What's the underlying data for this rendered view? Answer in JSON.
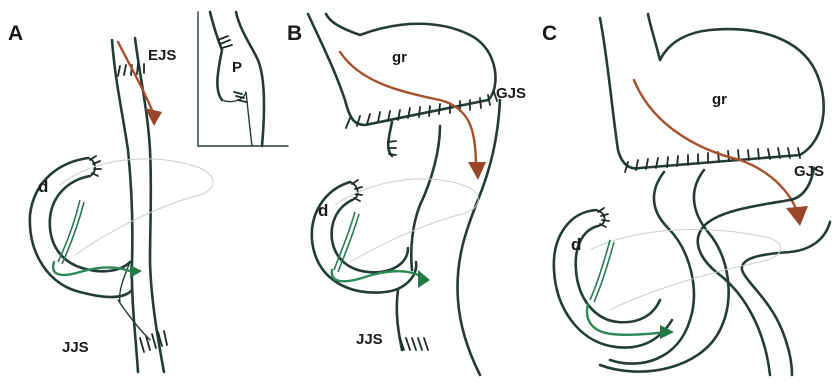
{
  "panels": [
    {
      "letter": "A",
      "labels": {
        "esophagojejunostomy": "EJS",
        "duodenum": "d",
        "jejunojejunostomy": "JJS",
        "inset_pouch": "P"
      }
    },
    {
      "letter": "B",
      "labels": {
        "gastric_remnant": "gr",
        "gastrojejunostomy": "GJS",
        "duodenum": "d",
        "jejunojejunostomy": "JJS"
      }
    },
    {
      "letter": "C",
      "labels": {
        "gastric_remnant": "gr",
        "gastrojejunostomy": "GJS",
        "duodenum": "d"
      }
    }
  ],
  "colors": {
    "outline": "#233c37",
    "food_flow_arrow": "#a5512e",
    "bile_flow_arrow": "#2d8a55"
  }
}
